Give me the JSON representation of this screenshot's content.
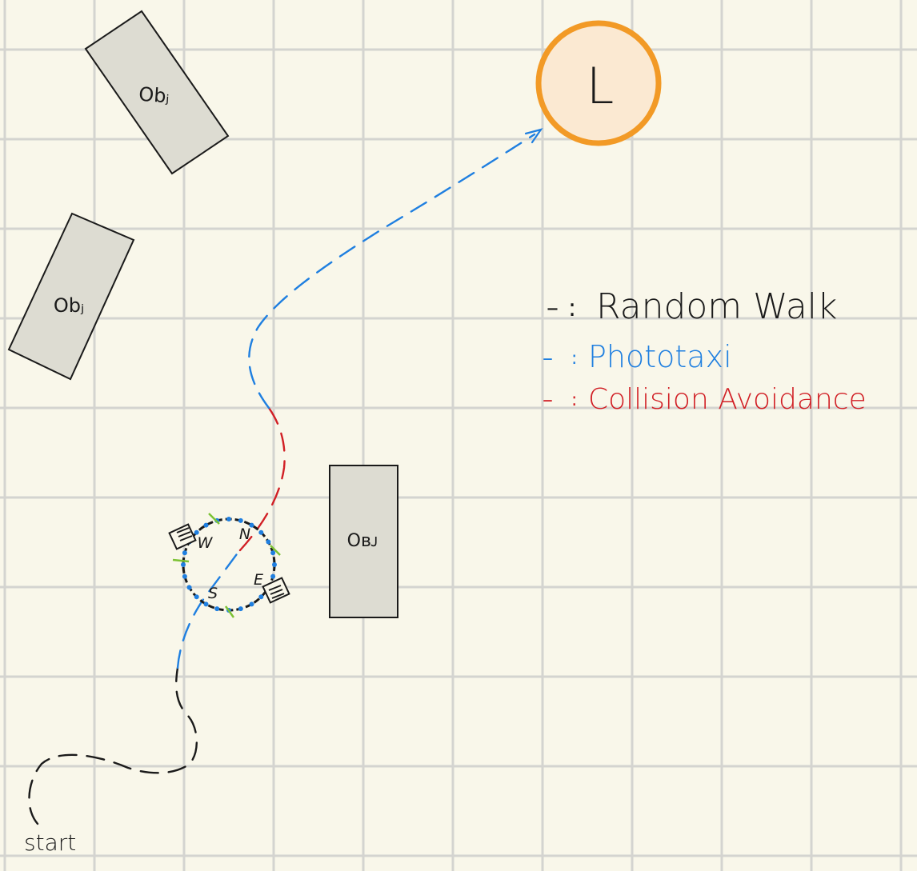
{
  "colors": {
    "paper": "#f9f7ea",
    "grid": "#d4d4d0",
    "ink": "#1a1a1a",
    "object_fill": "#dddcd2",
    "light_ring": "#f29a26",
    "light_fill": "#fbe9d2",
    "random_walk": "#1a1a1a",
    "phototaxis": "#1f7fe0",
    "collision_avoidance": "#d11f25",
    "sensor_green": "#7cc234",
    "sensor_blue": "#1f7fe0"
  },
  "light": {
    "label": "L"
  },
  "objects": [
    {
      "label": "Obⱼ"
    },
    {
      "label": "Obⱼ"
    },
    {
      "label": "Oʙᴊ"
    }
  ],
  "robot": {
    "compass": {
      "north": "N",
      "east": "E",
      "south": "S",
      "west": "W"
    }
  },
  "start_label": "start",
  "legend": [
    {
      "marker": "–",
      "label": "Random Walk",
      "color_key": "random_walk"
    },
    {
      "marker": "–",
      "label": "Phototaxi",
      "color_key": "phototaxis"
    },
    {
      "marker": "–",
      "label": "Collision Avoidance",
      "color_key": "collision_avoidance"
    }
  ]
}
